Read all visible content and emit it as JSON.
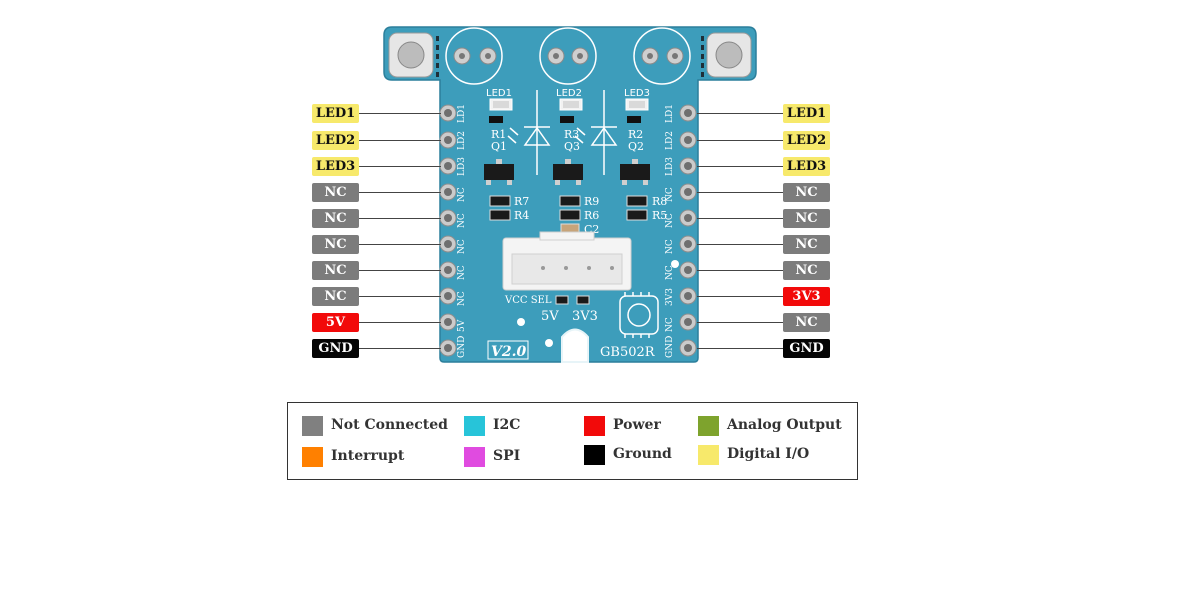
{
  "board": {
    "version": "V2.0",
    "part_no": "GB502R",
    "vcc_select_label": "VCC SEL",
    "vcc_option_5v": "5V",
    "vcc_option_3v3": "3V3",
    "silk_led_labels": [
      "LED1",
      "LED2",
      "LED3"
    ],
    "silk_resistors": [
      "R1",
      "R2",
      "R3",
      "R4",
      "R5",
      "R6",
      "R7",
      "R8",
      "R9"
    ],
    "silk_transistors": [
      "Q1",
      "Q2",
      "Q3"
    ],
    "silk_cap": "C2",
    "colors": {
      "pcb": "#3f9fbd",
      "pcb_edge": "#2f86a4",
      "silk": "#ffffff",
      "pad": "#c9c9c9"
    }
  },
  "pins_left": [
    {
      "label": "LED1",
      "type": "digital"
    },
    {
      "label": "LED2",
      "type": "digital"
    },
    {
      "label": "LED3",
      "type": "digital"
    },
    {
      "label": "NC",
      "type": "nc"
    },
    {
      "label": "NC",
      "type": "nc"
    },
    {
      "label": "NC",
      "type": "nc"
    },
    {
      "label": "NC",
      "type": "nc"
    },
    {
      "label": "NC",
      "type": "nc"
    },
    {
      "label": "5V",
      "type": "power"
    },
    {
      "label": "GND",
      "type": "ground"
    }
  ],
  "pins_right": [
    {
      "label": "LED1",
      "type": "digital"
    },
    {
      "label": "LED2",
      "type": "digital"
    },
    {
      "label": "LED3",
      "type": "digital"
    },
    {
      "label": "NC",
      "type": "nc"
    },
    {
      "label": "NC",
      "type": "nc"
    },
    {
      "label": "NC",
      "type": "nc"
    },
    {
      "label": "NC",
      "type": "nc"
    },
    {
      "label": "3V3",
      "type": "power"
    },
    {
      "label": "NC",
      "type": "nc"
    },
    {
      "label": "GND",
      "type": "ground"
    }
  ],
  "silk_pin_left": [
    "LD1",
    "LD2",
    "LD3",
    "NC",
    "NC",
    "NC",
    "NC",
    "NC",
    "5V",
    "GND"
  ],
  "silk_pin_right": [
    "LD1",
    "LD2",
    "LD3",
    "NC",
    "NC",
    "NC",
    "NC",
    "3V3",
    "NC",
    "GND"
  ],
  "legend": [
    {
      "label": "Not Connected",
      "color": "#808080"
    },
    {
      "label": "I2C",
      "color": "#27c4d9"
    },
    {
      "label": "Power",
      "color": "#f20a0a"
    },
    {
      "label": "Analog Output",
      "color": "#7ea32d"
    },
    {
      "label": "Interrupt",
      "color": "#ff8000"
    },
    {
      "label": "SPI",
      "color": "#e04be0"
    },
    {
      "label": "Ground",
      "color": "#000000"
    },
    {
      "label": "Digital I/O",
      "color": "#f7e96b"
    }
  ]
}
